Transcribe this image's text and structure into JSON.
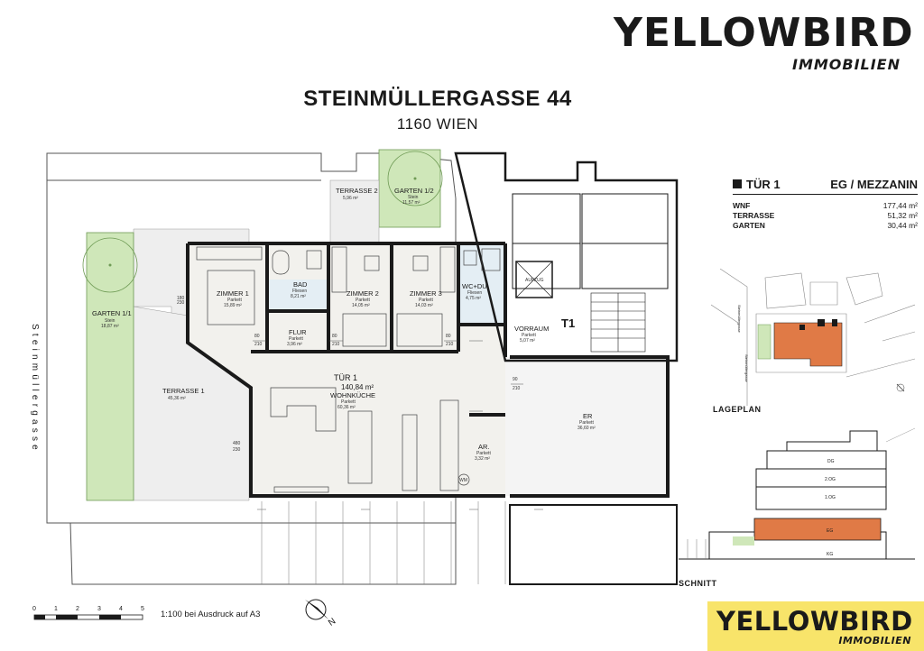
{
  "brand": {
    "name": "YELLOWBIRD",
    "sub": "IMMOBILIEN"
  },
  "title": {
    "address": "STEINMÜLLERGASSE 44",
    "city": "1160 WIEN"
  },
  "unit": {
    "door": "TÜR 1",
    "floor": "EG / MEZZANIN",
    "rows": [
      {
        "key": "WNF",
        "value": "177,44 m²"
      },
      {
        "key": "TERRASSE",
        "value": "51,32 m²"
      },
      {
        "key": "GARTEN",
        "value": "30,44 m²"
      }
    ]
  },
  "street": "Steinmüllergasse",
  "rooms": {
    "terrasse2": {
      "name": "TERRASSE 2",
      "area": "5,96 m²"
    },
    "garten12": {
      "name": "GARTEN 1/2",
      "floor": "Stein",
      "area": "11,57 m²"
    },
    "garten11": {
      "name": "GARTEN 1/1",
      "floor": "Stein",
      "area": "18,87 m²"
    },
    "terrasse1": {
      "name": "TERRASSE 1",
      "area": "45,36 m²"
    },
    "zimmer1": {
      "name": "ZIMMER 1",
      "floor": "Parkett",
      "area": "15,89 m²"
    },
    "bad": {
      "name": "BAD",
      "floor": "Fliesen",
      "area": "8,21 m²"
    },
    "zimmer2": {
      "name": "ZIMMER 2",
      "floor": "Parkett",
      "area": "14,05 m²"
    },
    "zimmer3": {
      "name": "ZIMMER 3",
      "floor": "Parkett",
      "area": "14,03 m²"
    },
    "wcdu": {
      "name": "WC+DU",
      "floor": "Fliesen",
      "area": "4,75 m²"
    },
    "flur": {
      "name": "FLUR",
      "floor": "Parkett",
      "area": "3,96 m²"
    },
    "vorraum": {
      "name": "VORRAUM",
      "floor": "Parkett",
      "area": "5,07 m²"
    },
    "t1": {
      "name": "T1"
    },
    "tuer1": {
      "name": "TÜR 1",
      "total": "140,84 m²"
    },
    "wohnkueche": {
      "name": "WOHNKÜCHE",
      "floor": "Parkett",
      "area": "60,36 m²"
    },
    "ar": {
      "name": "AR.",
      "floor": "Parkett",
      "area": "3,32 m²"
    },
    "er": {
      "name": "ER",
      "floor": "Parkett",
      "area": "36,60 m²"
    },
    "aufzug": {
      "name": "AUFZUG"
    },
    "wm": {
      "name": "WM"
    }
  },
  "dims": {
    "d1": "180",
    "d2": "230",
    "d3": "80",
    "d4": "210",
    "d5": "480",
    "d6": "230",
    "d7": "90",
    "d8": "210"
  },
  "captions": {
    "lageplan": "LAGEPLAN",
    "schnitt": "SCHNITT"
  },
  "section_labels": {
    "dg": "DG",
    "og2": "2.OG",
    "og1": "1.OG",
    "eg": "EG",
    "kg": "KG"
  },
  "scale": {
    "ticks": [
      "0",
      "1",
      "2",
      "3",
      "4",
      "5"
    ],
    "note": "1:100 bei Ausdruck auf A3"
  },
  "north": {
    "label": "N"
  },
  "colors": {
    "highlight": "#e07a46",
    "garden": "#cfe7b9",
    "tile": "#ececec",
    "wall": "#1a1a1a",
    "interior": "#f2f1ed",
    "brand_yellow": "#f8e46a"
  }
}
